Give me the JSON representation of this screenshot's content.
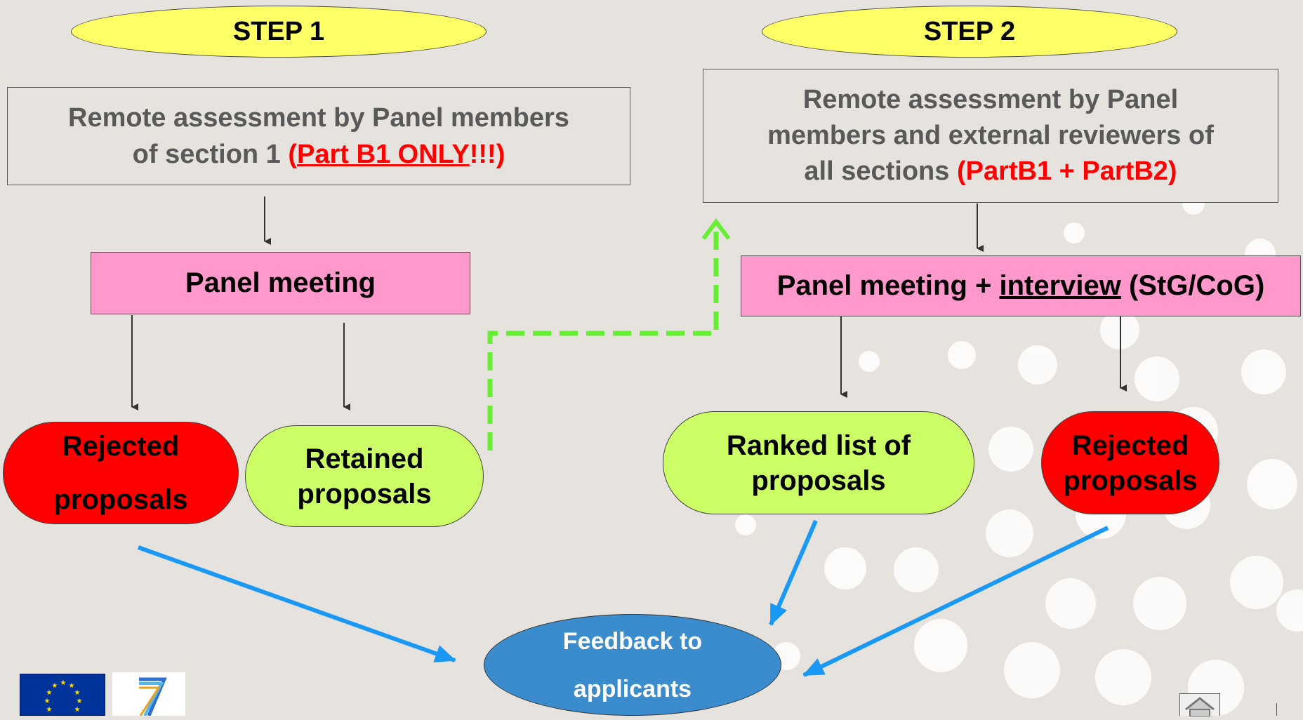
{
  "step1": {
    "title": "STEP 1",
    "remote_line1": "Remote assessment by Panel members",
    "remote_line2_prefix": "of section 1 ",
    "remote_paren_open": "(",
    "remote_part": "Part B1 ONLY",
    "remote_excl": "!!!",
    "remote_paren_close": ")",
    "panel": "Panel meeting",
    "rejected_line1": "Rejected",
    "rejected_line2": "proposals",
    "retained_line1": "Retained",
    "retained_line2": "proposals"
  },
  "step2": {
    "title": "STEP 2",
    "remote_line1": "Remote assessment by Panel",
    "remote_line2": "members and external reviewers of",
    "remote_line3_prefix": "all sections ",
    "remote_line3_red": "(PartB1 + PartB2)",
    "panel_prefix": "Panel meeting + ",
    "panel_interview": "interview",
    "panel_suffix": " (StG/CoG)",
    "ranked_line1": "Ranked list of",
    "ranked_line2": "proposals",
    "rejected_line1": "Rejected",
    "rejected_line2": "proposals"
  },
  "feedback": {
    "line1": "Feedback to",
    "line2": "applicants"
  },
  "logos": {
    "eu_flag": "eu-flag-logo",
    "fp7": "fp7-logo",
    "home": "home-icon"
  },
  "colors": {
    "step_oval": "#ffff66",
    "panel_box": "#ff99cc",
    "rejected": "#ff0000",
    "retained": "#ccff66",
    "feedback": "#3b8ccd",
    "blue_arrow": "#1a98f5",
    "green_dash": "#66ee33"
  }
}
